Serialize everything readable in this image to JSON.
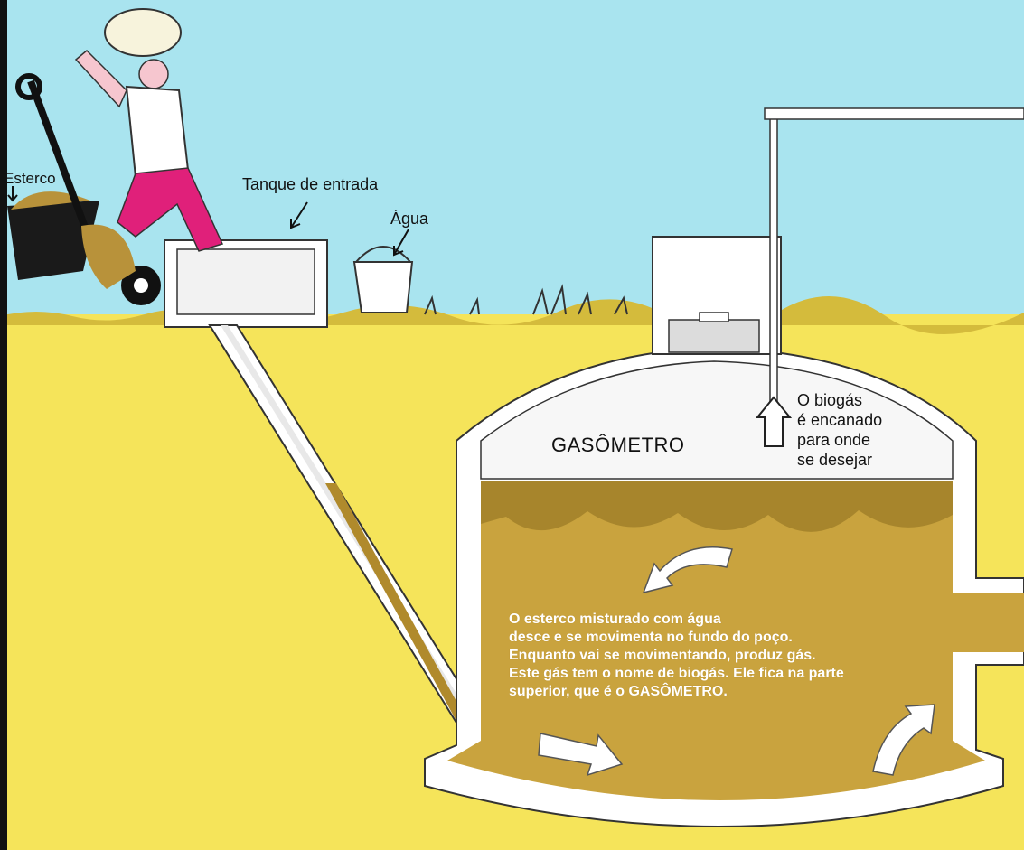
{
  "labels": {
    "esterco": "Esterco",
    "tanque": "Tanque de entrada",
    "agua": "Água",
    "gasometro": "GASÔMETRO",
    "biogas": "O biogás\né encanado\npara onde\nse desejar",
    "descricao": "O esterco misturado com água\ndesce e se movimenta no fundo do poço.\nEnquanto vai se movimentando, produz gás.\nEste gás tem o nome de biogás. Ele fica na parte\nsuperior, que é o GASÔMETRO."
  },
  "colors": {
    "sky": "#a9e4ef",
    "soil": "#f5e45a",
    "slurry": "#c9a33e",
    "wall": "#ffffff",
    "shirt": "#f6c6cf",
    "pants": "#e0207a"
  }
}
